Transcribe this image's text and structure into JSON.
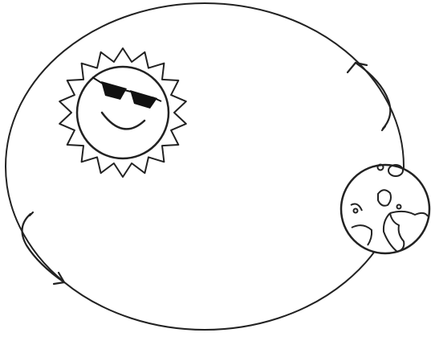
{
  "diagram": {
    "background_color": "#ffffff",
    "line_color": "#222222",
    "shade_color": "#000000",
    "orbit": {
      "shape": "ellipse",
      "direction": "counterclockwise"
    },
    "sun": {
      "icon": "sun-with-sunglasses-icon",
      "expression": "smiling"
    },
    "earth": {
      "icon": "earth-globe-icon",
      "position_on_orbit": "right"
    },
    "arrows": [
      {
        "icon": "orbit-direction-arrow-icon",
        "location": "upper-right"
      },
      {
        "icon": "orbit-direction-arrow-icon",
        "location": "lower-left"
      }
    ]
  }
}
